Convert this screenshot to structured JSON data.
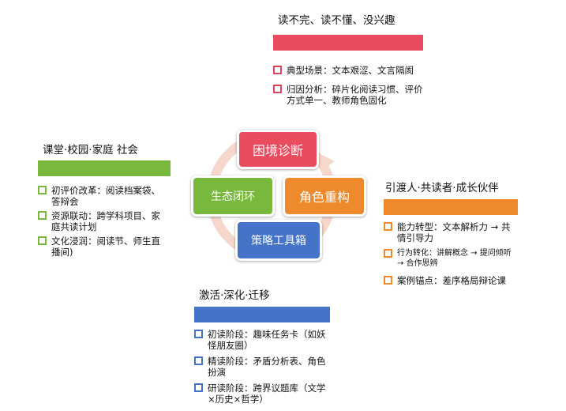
{
  "center": {
    "top": {
      "label": "困境诊断",
      "color": "#e94b5f"
    },
    "right": {
      "label": "角色重构",
      "color": "#ef8a2c"
    },
    "bottom": {
      "label": "策略工具箱",
      "color": "#4473c8"
    },
    "left": {
      "label": "生态闭环",
      "color": "#78b83c"
    }
  },
  "ring_color": "#f6d7cc",
  "top_panel": {
    "heading": "读不完、读不懂、没兴趣",
    "bar_color": "#e94b5f",
    "checkbox_color": "#e0455a",
    "items": [
      "典型场景：文本艰涩、文言隔阂",
      "归因分析：碎片化阅读习惯、评价方式单一、教师角色固化"
    ]
  },
  "left_panel": {
    "heading": "课堂·校园·家庭 社会",
    "bar_color": "#78b83c",
    "checkbox_color": "#78b83c",
    "items": [
      "初评价改革：阅读档案袋、答辩会",
      "资源联动：跨学科项目、家庭共读计划",
      "文化浸润：阅读节、师生直播间)"
    ]
  },
  "right_panel": {
    "heading": "引渡人·共读者·成长伙伴",
    "bar_color": "#ef8a2c",
    "checkbox_color": "#ef8a2c",
    "items": [
      "能力转型：文本解析力 → 共情引导力",
      "行为转化：讲解概念 → 提问倾听 → 合作思辨",
      "案例锚点：差序格局辩论课"
    ]
  },
  "bottom_panel": {
    "heading": "激活·深化·迁移",
    "bar_color": "#4473c8",
    "checkbox_color": "#4473c8",
    "items": [
      "初读阶段：趣味任务卡（如妖怪朋友圈）",
      "精读阶段：矛盾分析表、角色扮演",
      "研读阶段：跨界议题库（文学×历史×哲学）"
    ]
  }
}
